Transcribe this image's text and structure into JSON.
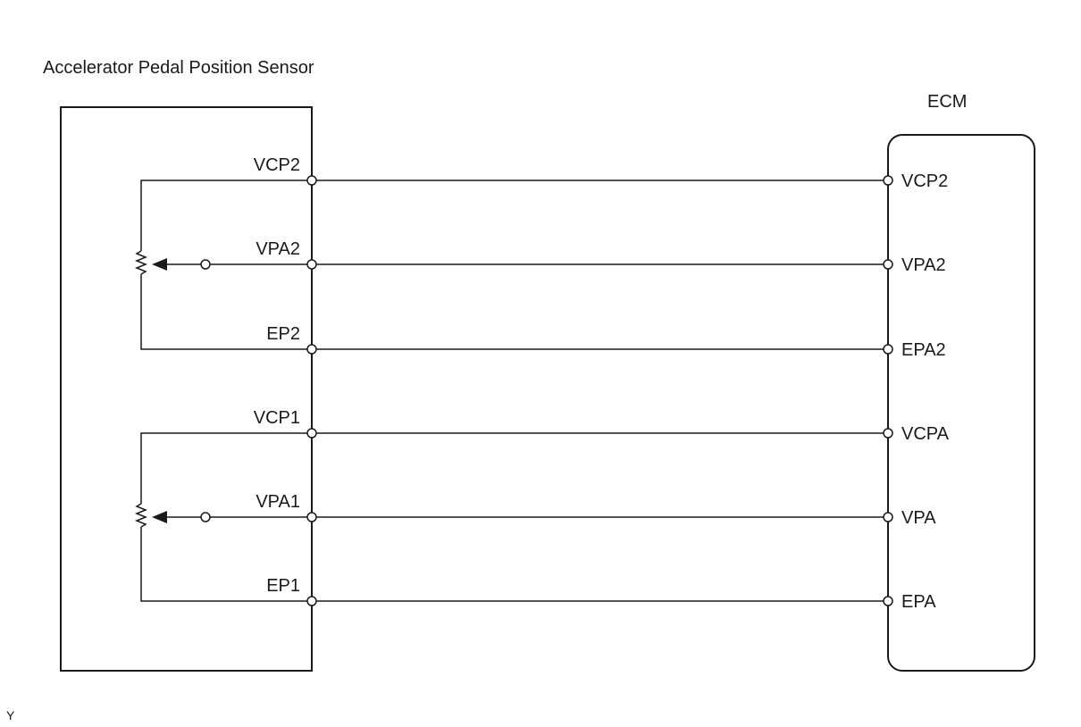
{
  "diagram": {
    "sensor": {
      "title": "Accelerator Pedal Position Sensor"
    },
    "ecm": {
      "title": "ECM"
    },
    "figure_code": "Y",
    "connections": [
      {
        "sensor_pin": "VCP2",
        "ecm_pin": "VCP2"
      },
      {
        "sensor_pin": "VPA2",
        "ecm_pin": "VPA2"
      },
      {
        "sensor_pin": "EP2",
        "ecm_pin": "EPA2"
      },
      {
        "sensor_pin": "VCP1",
        "ecm_pin": "VCPA"
      },
      {
        "sensor_pin": "VPA1",
        "ecm_pin": "VPA"
      },
      {
        "sensor_pin": "EP1",
        "ecm_pin": "EPA"
      }
    ],
    "colors": {
      "line": "#1a1a1a",
      "terminal_fill": "#ffffff"
    }
  }
}
